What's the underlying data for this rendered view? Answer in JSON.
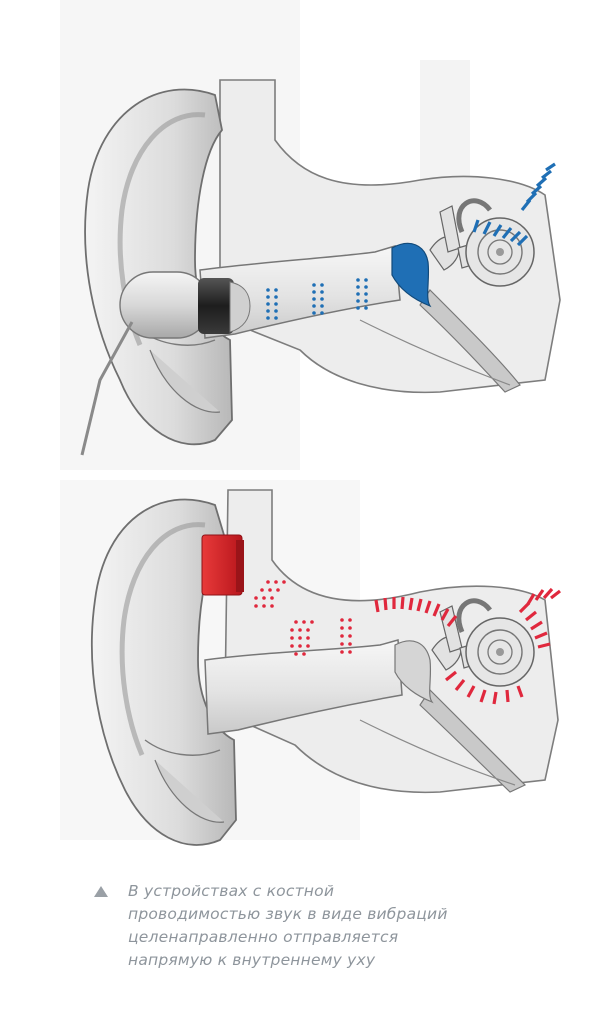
{
  "caption": {
    "lines": [
      "В устройствах с костной",
      "проводимостью звук в виде вибраций",
      "целенаправленно отправляется",
      "напрямую к внутреннему уху"
    ]
  },
  "colors": {
    "air_conduction_accent": "#1f6fb5",
    "bone_conduction_accent": "#e0283d",
    "device_red": "#d9222b",
    "tissue_light": "#f2f2f2",
    "tissue_shade": "#bdbdbd",
    "caption_text": "#8e959c"
  },
  "panels": [
    {
      "id": "air-conduction",
      "device": "in-ear-earphone",
      "accent": "blue"
    },
    {
      "id": "bone-conduction",
      "device": "bone-conduction-pad",
      "accent": "red"
    }
  ]
}
